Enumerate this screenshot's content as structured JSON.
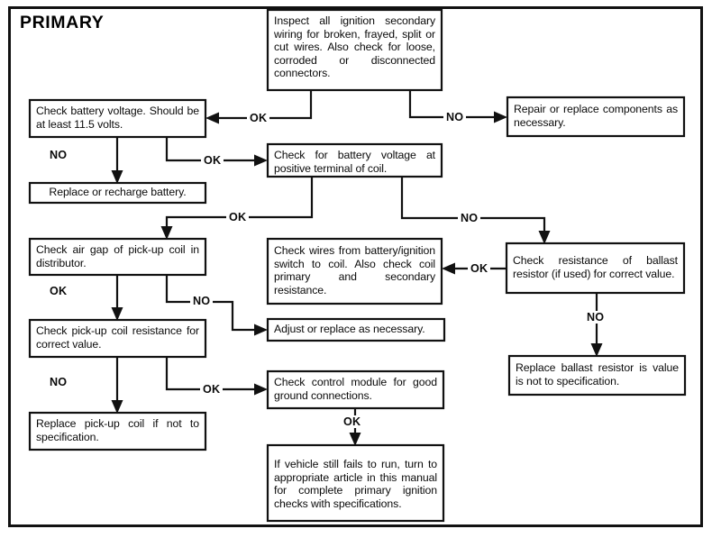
{
  "page": {
    "title": "PRIMARY",
    "frame_color": "#111111",
    "text_color": "#0a0a0a",
    "background": "#ffffff"
  },
  "chart_data": {
    "type": "diagram",
    "title": "PRIMARY",
    "diagram_kind": "troubleshooting-flowchart",
    "nodes": [
      {
        "id": "inspect-wiring",
        "text": "Inspect all ignition secondary wiring for broken, frayed, split or cut wires. Also check for loose, corroded or disconnected connectors."
      },
      {
        "id": "repair-components",
        "text": "Repair or replace components as necessary."
      },
      {
        "id": "check-battery-volt",
        "text": "Check battery voltage. Should be at least 11.5 volts."
      },
      {
        "id": "replace-battery",
        "text": "Replace or recharge battery."
      },
      {
        "id": "check-coil-positive",
        "text": "Check for battery voltage at positive terminal of coil."
      },
      {
        "id": "check-air-gap",
        "text": "Check air gap of pick-up coil in distributor."
      },
      {
        "id": "check-wires-coil",
        "text": "Check wires from battery/ignition switch to coil. Also check coil primary and secondary resistance."
      },
      {
        "id": "check-ballast",
        "text": "Check resistance of ballast resistor (if used) for correct value."
      },
      {
        "id": "adjust-replace",
        "text": "Adjust or replace as necessary."
      },
      {
        "id": "check-pickup-res",
        "text": "Check pick-up coil resistance for correct value."
      },
      {
        "id": "replace-ballast",
        "text": "Replace ballast resistor is value is not to specification."
      },
      {
        "id": "check-control-mod",
        "text": "Check control module for good ground connections."
      },
      {
        "id": "replace-pickup",
        "text": "Replace pick-up coil if not to specification."
      },
      {
        "id": "vehicle-still-fails",
        "text": "If vehicle still fails to run, turn to appropriate article in this manual for complete primary ignition checks with specifications."
      }
    ],
    "edges": [
      {
        "from": "inspect-wiring",
        "to": "check-battery-volt",
        "label": "OK"
      },
      {
        "from": "inspect-wiring",
        "to": "repair-components",
        "label": "NO"
      },
      {
        "from": "check-battery-volt",
        "to": "replace-battery",
        "label": "NO"
      },
      {
        "from": "check-battery-volt",
        "to": "check-coil-positive",
        "label": "OK"
      },
      {
        "from": "check-coil-positive",
        "to": "check-air-gap",
        "label": "OK"
      },
      {
        "from": "check-coil-positive",
        "to": "check-ballast",
        "label": "NO"
      },
      {
        "from": "check-ballast",
        "to": "check-wires-coil",
        "label": "OK"
      },
      {
        "from": "check-ballast",
        "to": "replace-ballast",
        "label": "NO"
      },
      {
        "from": "check-air-gap",
        "to": "check-pickup-res",
        "label": "OK"
      },
      {
        "from": "check-air-gap",
        "to": "adjust-replace",
        "label": "NO"
      },
      {
        "from": "check-pickup-res",
        "to": "replace-pickup",
        "label": "NO"
      },
      {
        "from": "check-pickup-res",
        "to": "check-control-mod",
        "label": "OK"
      },
      {
        "from": "check-control-mod",
        "to": "vehicle-still-fails",
        "label": "OK"
      }
    ],
    "edge_labels": [
      "OK",
      "NO",
      "NO",
      "OK",
      "OK",
      "NO",
      "OK",
      "NO",
      "OK",
      "NO",
      "NO",
      "OK",
      "OK"
    ]
  },
  "labels": {
    "ok_1": "OK",
    "no_1": "NO",
    "no_2": "NO",
    "ok_2": "OK",
    "ok_3": "OK",
    "no_3": "NO",
    "ok_4": "OK",
    "no_4": "NO",
    "ok_5": "OK",
    "no_5": "NO",
    "no_6": "NO",
    "ok_6": "OK",
    "ok_7": "OK"
  }
}
